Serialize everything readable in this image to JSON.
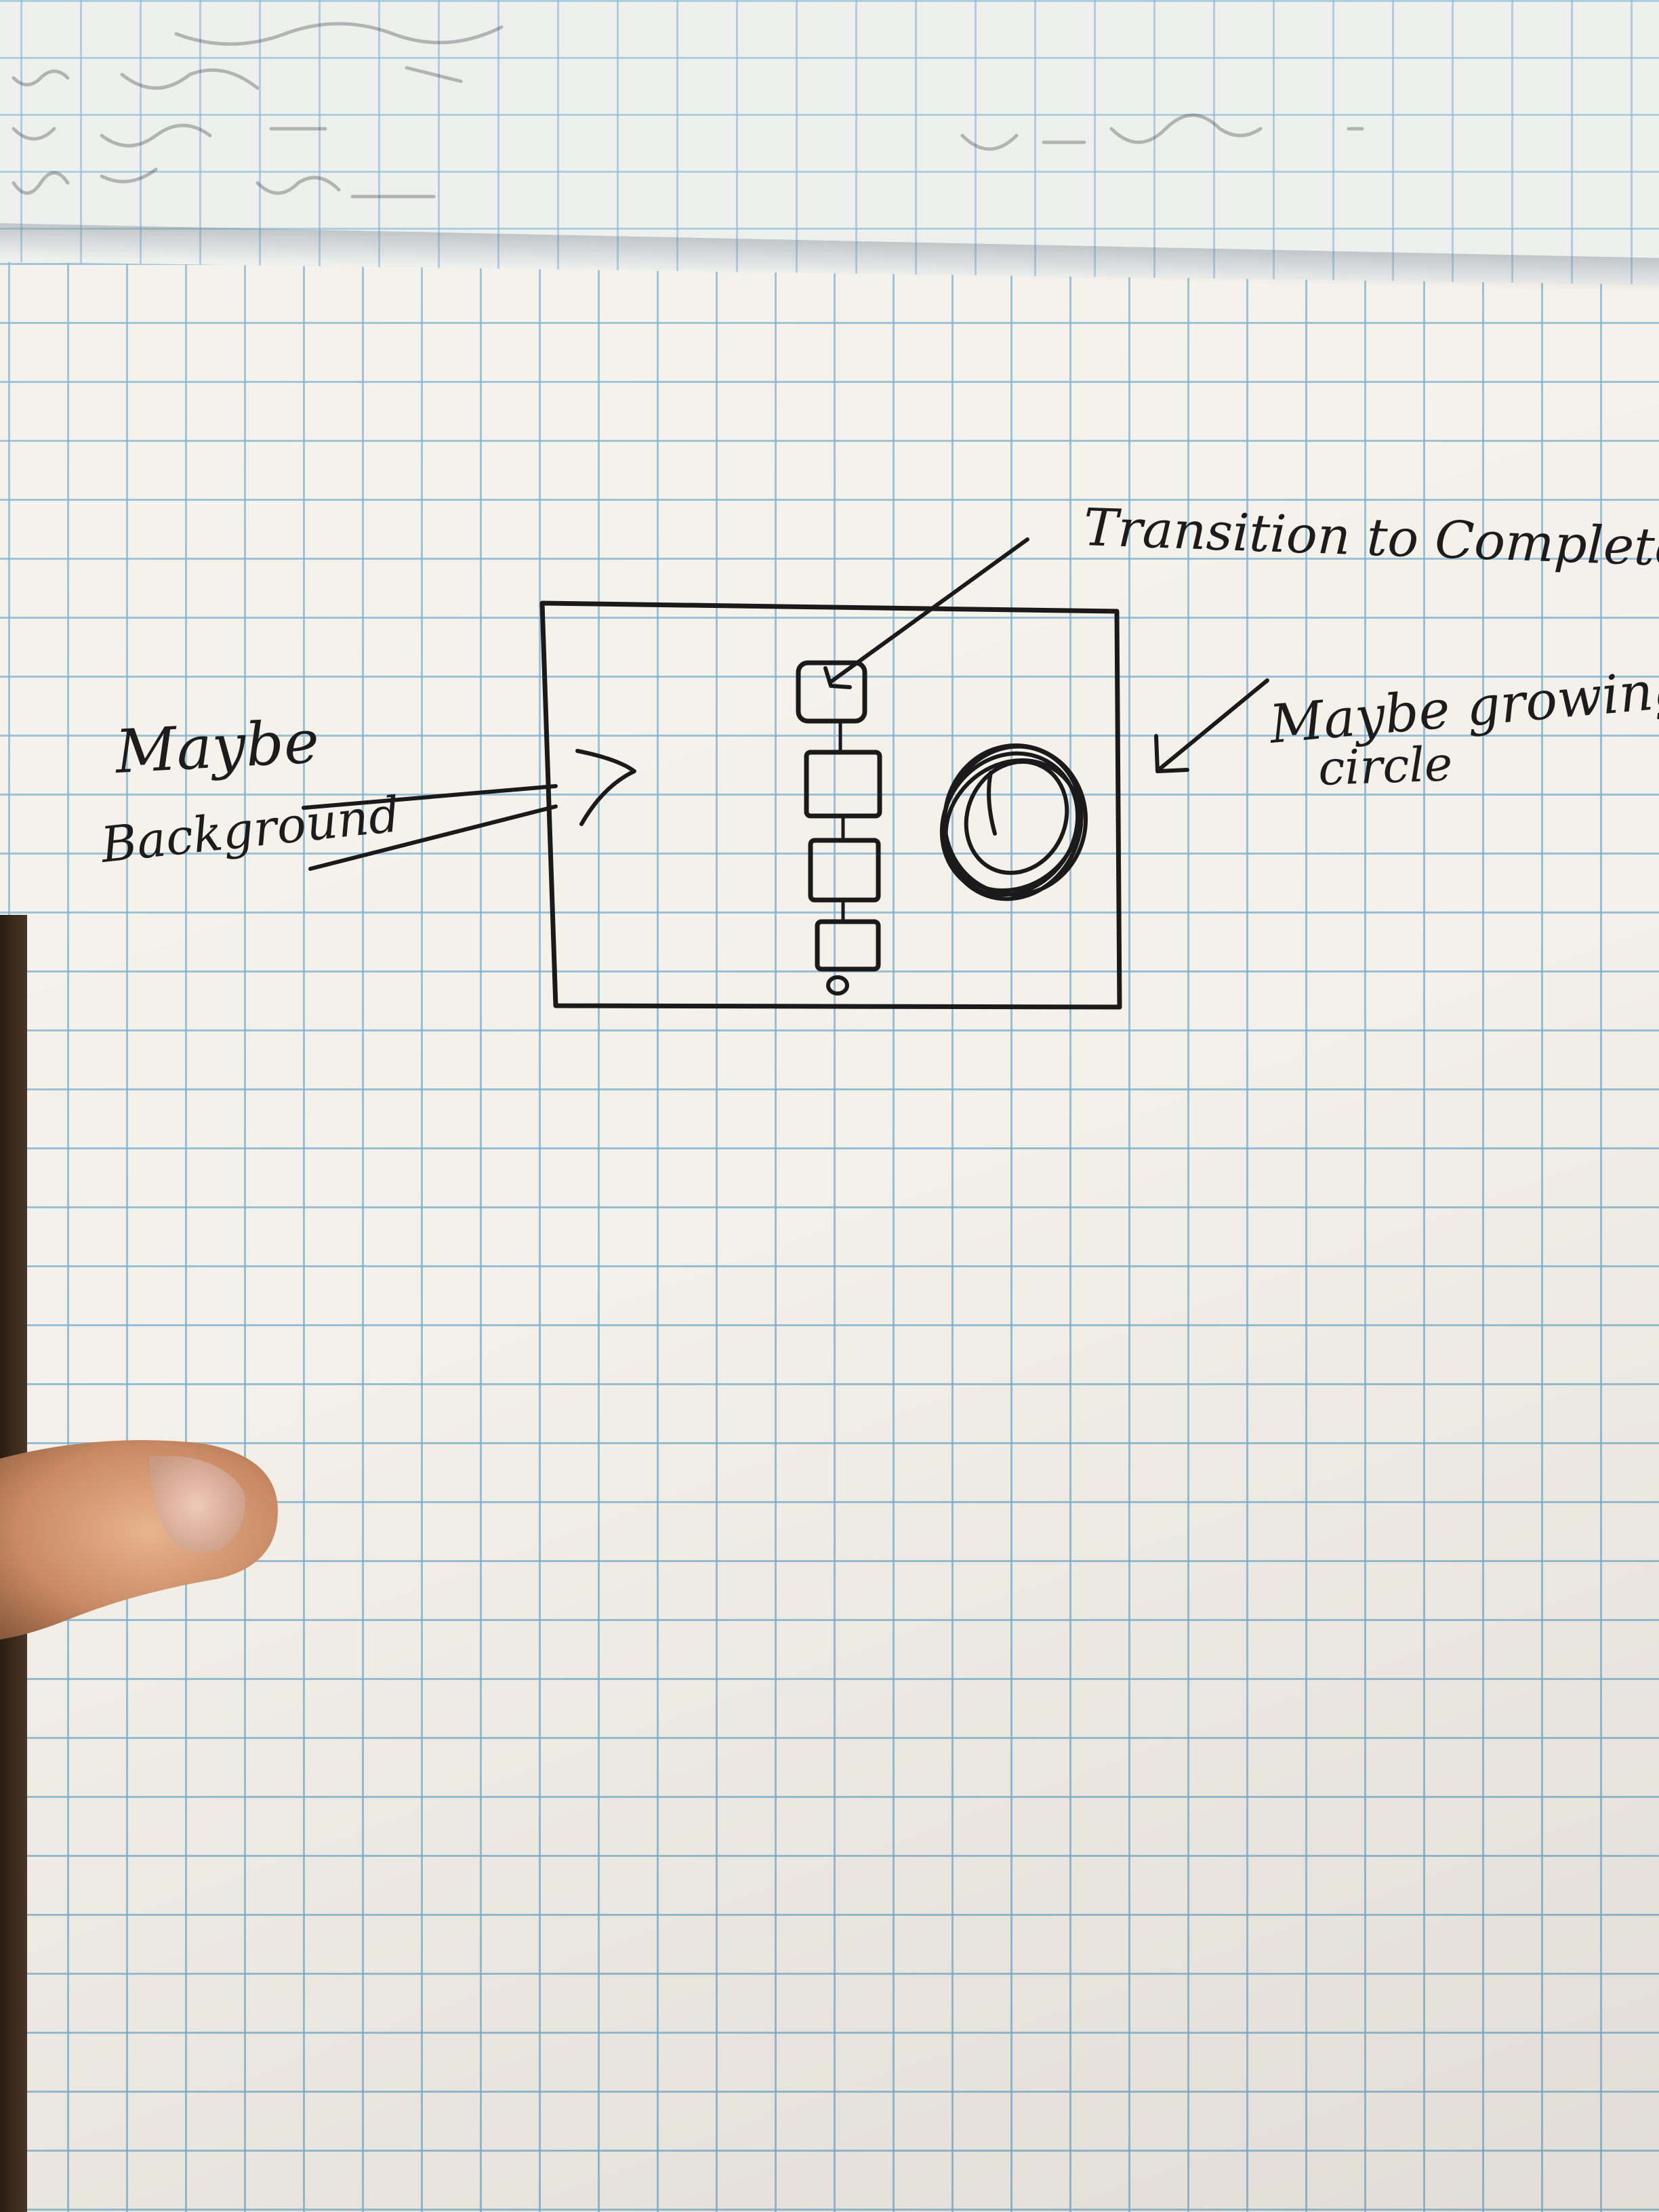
{
  "annotations": {
    "top_right": "Transition to Complete",
    "left_line1": "Maybe",
    "left_line2": "Background",
    "right_line1": "Maybe growing",
    "right_line2": "circle"
  },
  "previous_page": {
    "visible_fragments": [
      "Mm",
      "(ok)",
      "Nom",
      "Mm · WigAST ="
    ]
  },
  "colors": {
    "ink": "#1a1a1a",
    "paper": "#f4f1ea",
    "grid": "#78afcd"
  }
}
